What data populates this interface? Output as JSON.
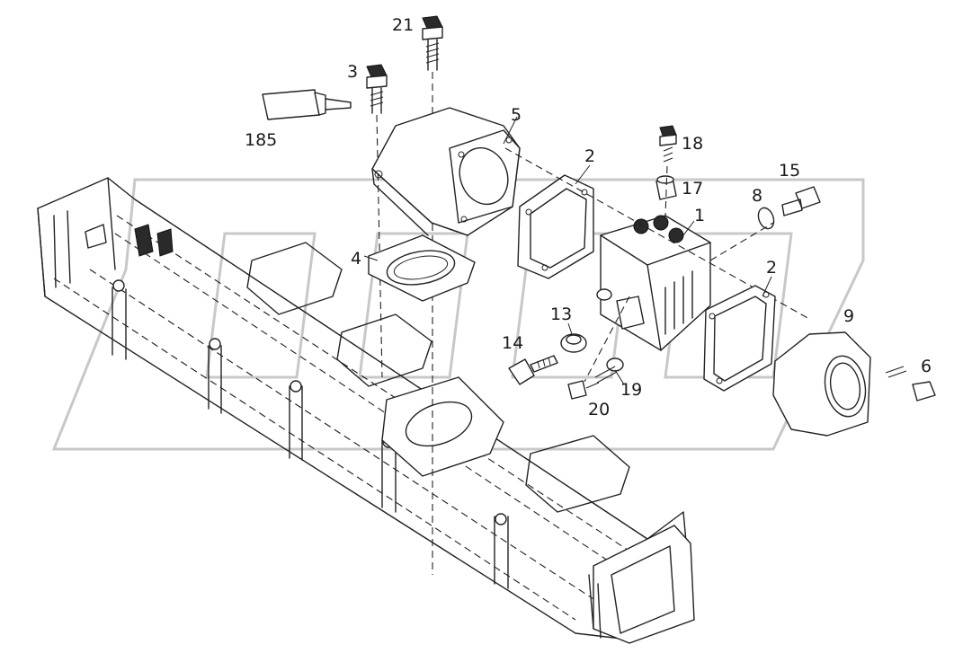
{
  "diagram": {
    "type": "exploded-parts-view",
    "callouts": [
      {
        "id": "callout-21",
        "label": "21"
      },
      {
        "id": "callout-3",
        "label": "3"
      },
      {
        "id": "callout-185",
        "label": "185"
      },
      {
        "id": "callout-5",
        "label": "5"
      },
      {
        "id": "callout-2-upper",
        "label": "2"
      },
      {
        "id": "callout-18",
        "label": "18"
      },
      {
        "id": "callout-17",
        "label": "17"
      },
      {
        "id": "callout-15",
        "label": "15"
      },
      {
        "id": "callout-8",
        "label": "8"
      },
      {
        "id": "callout-1",
        "label": "1"
      },
      {
        "id": "callout-4",
        "label": "4"
      },
      {
        "id": "callout-2-lower",
        "label": "2"
      },
      {
        "id": "callout-9",
        "label": "9"
      },
      {
        "id": "callout-13",
        "label": "13"
      },
      {
        "id": "callout-14",
        "label": "14"
      },
      {
        "id": "callout-6",
        "label": "6"
      },
      {
        "id": "callout-19",
        "label": "19"
      },
      {
        "id": "callout-20",
        "label": "20"
      }
    ]
  }
}
